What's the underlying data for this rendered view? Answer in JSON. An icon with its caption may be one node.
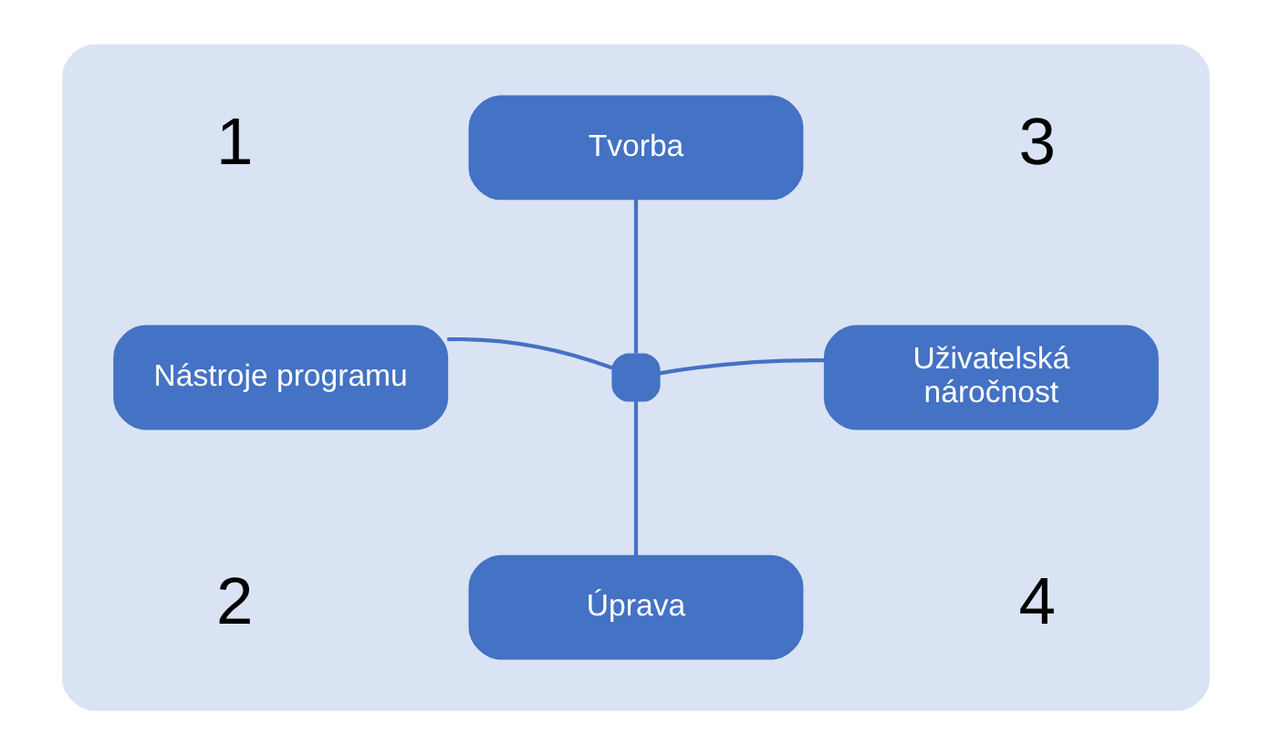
{
  "diagram": {
    "nodes": [
      {
        "text": [],
        "shape": "box"
      },
      {
        "text": [
          "Tvorba"
        ],
        "in": 0
      },
      {
        "text": [
          "Nástroje programu"
        ],
        "in": 0
      },
      {
        "text": [],
        "shape": "box",
        "in": 0
      },
      {
        "text": [
          "Uživatelská náročnost"
        ],
        "in": 0
      },
      {
        "text": [
          "Úprava"
        ],
        "in": 0
      }
    ],
    "edges": [
      {
        "from": 3,
        "to": 1,
        "arrow": "none"
      },
      {
        "from": 3,
        "to": 2,
        "arrow": "none"
      },
      {
        "from": 3,
        "to": 4,
        "arrow": "none"
      },
      {
        "from": 3,
        "to": 5,
        "arrow": "none"
      }
    ],
    "labels": [
      "1",
      "3",
      "2",
      "4"
    ]
  }
}
